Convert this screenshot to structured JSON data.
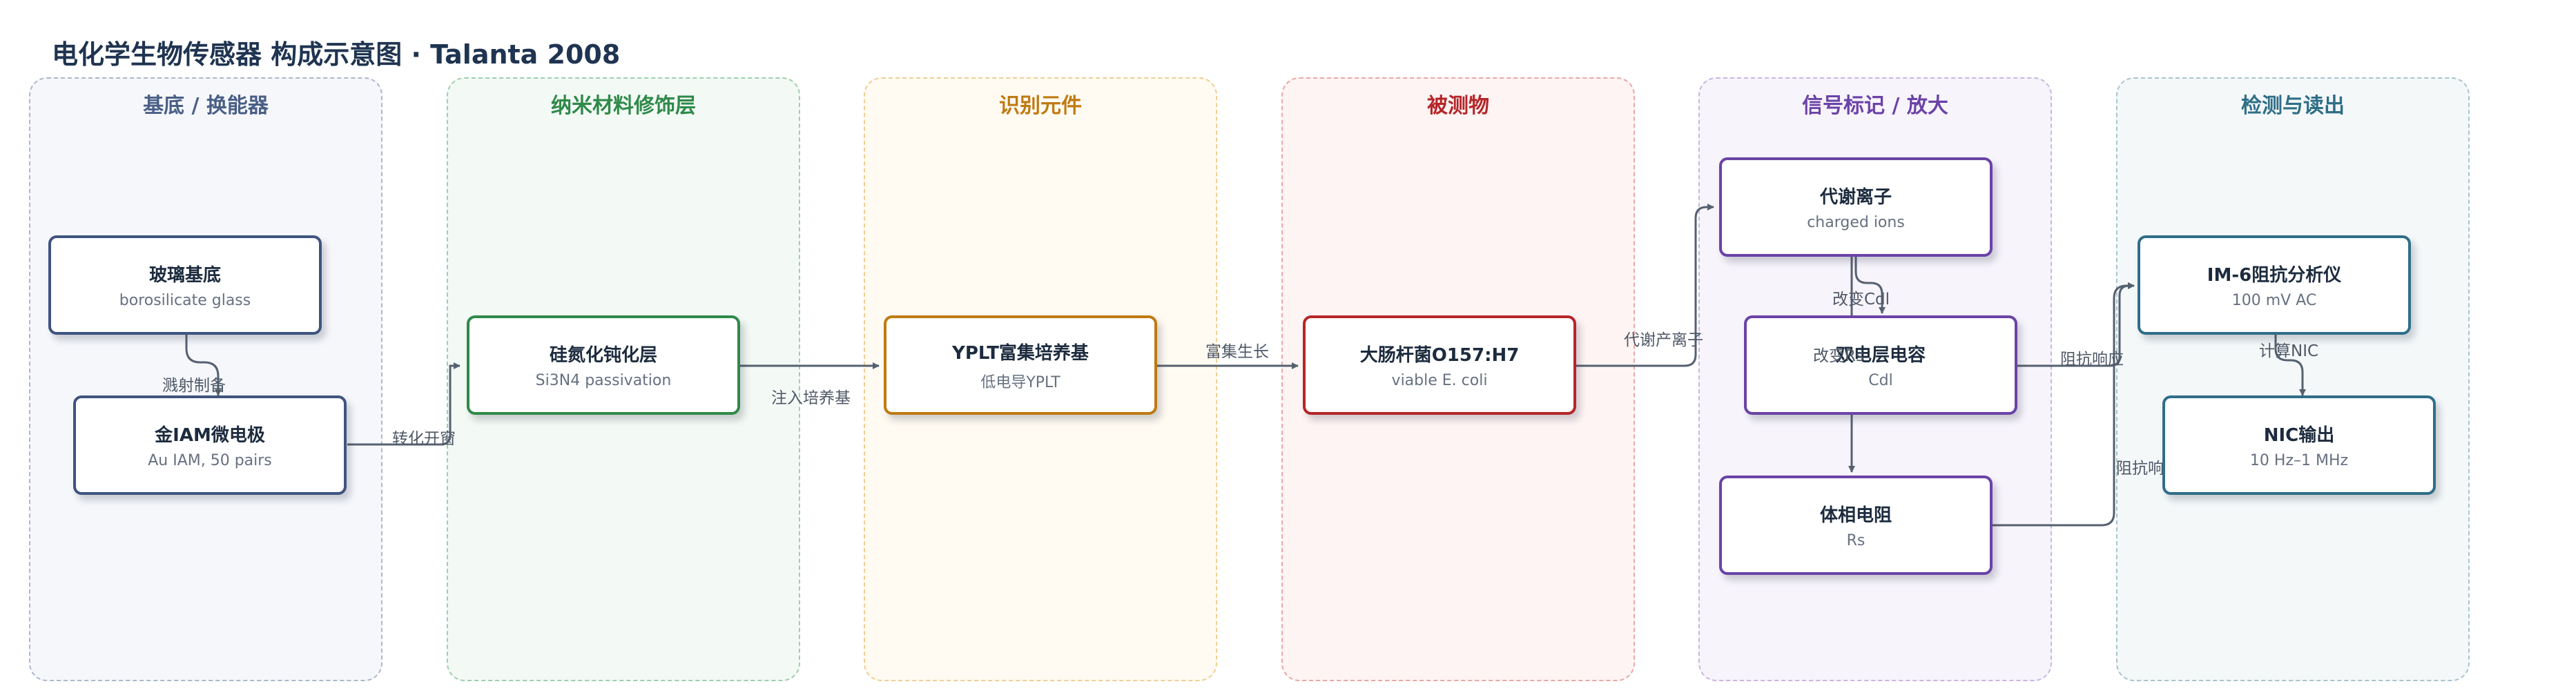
{
  "title": "电化学生物传感器 构成示意图 · Talanta 2008",
  "lanes": [
    {
      "label": "基底 / 换能器",
      "color": "#4a5f86",
      "fill": "#f5f7fb"
    },
    {
      "label": "纳米材料修饰层",
      "color": "#2f8a4a",
      "fill": "#f3f9f4"
    },
    {
      "label": "识别元件",
      "color": "#c07a12",
      "fill": "#fffaf2"
    },
    {
      "label": "被测物",
      "color": "#b4262a",
      "fill": "#fff4f4"
    },
    {
      "label": "信号标记 / 放大",
      "color": "#6b43a6",
      "fill": "#f7f4fc"
    },
    {
      "label": "检测与读出",
      "color": "#2f6e86",
      "fill": "#f4f8f9"
    }
  ],
  "nodes": {
    "glass": {
      "title": "玻璃基底",
      "sub": "borosilicate glass"
    },
    "electrode": {
      "title": "金IAM微电极",
      "sub": "Au IAM, 50 pairs"
    },
    "si3n4": {
      "title": "硅氮化钝化层",
      "sub": "Si3N4 passivation"
    },
    "yplt": {
      "title": "YPLT富集培养基",
      "sub": "低电导YPLT"
    },
    "ecoli": {
      "title": "大肠杆菌O157:H7",
      "sub": "viable E. coli"
    },
    "ions": {
      "title": "代谢离子",
      "sub": "charged ions"
    },
    "cdl": {
      "title": "双电层电容",
      "sub": "Cdl"
    },
    "rs": {
      "title": "体相电阻",
      "sub": "Rs"
    },
    "analyzer": {
      "title": "IM-6阻抗分析仪",
      "sub": "100 mV AC"
    },
    "nic": {
      "title": "NIC输出",
      "sub": "10 Hz–1 MHz"
    }
  },
  "edges": {
    "sputter": "溅射制备",
    "window": "转化开窗",
    "inject": "注入培养基",
    "grow": "富集生长",
    "ions": "代谢产离子",
    "cdl_change": "改变Cdl",
    "rs_change": "改变Rs",
    "imp1": "阻抗响应",
    "imp2": "阻抗响应",
    "calc": "计算NIC"
  },
  "colors": {
    "edge": "#566170",
    "node_text": "#1d2b3e",
    "sub_text": "#667080"
  }
}
